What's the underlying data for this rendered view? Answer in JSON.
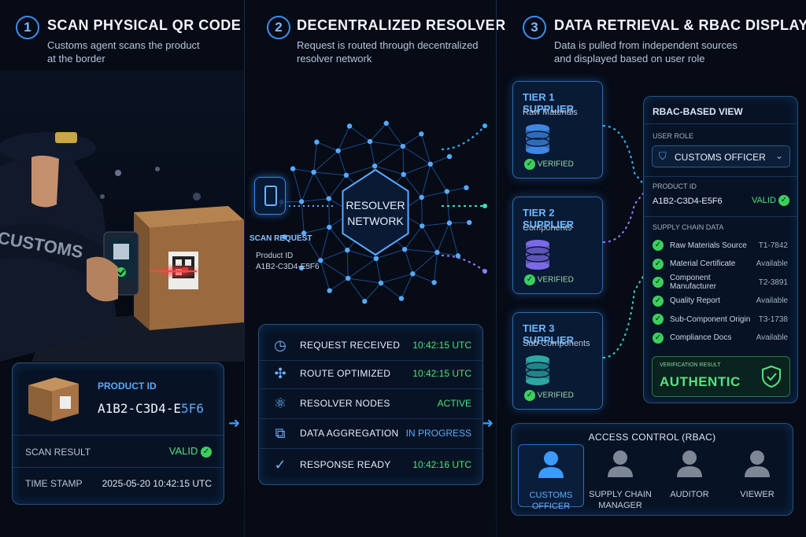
{
  "steps": [
    {
      "num": "1",
      "title": "SCAN PHYSICAL QR CODE",
      "desc_line1": "Customs agent scans the product",
      "desc_line2": "at the border"
    },
    {
      "num": "2",
      "title": "DECENTRALIZED RESOLVER",
      "desc_line1": "Request is routed through decentralized",
      "desc_line2": "resolver network"
    },
    {
      "num": "3",
      "title": "DATA RETRIEVAL & RBAC DISPLAY",
      "desc_line1": "Data is pulled from independent sources",
      "desc_line2": "and displayed based on user role"
    }
  ],
  "scene": {
    "jacket_text": "CUSTOMS"
  },
  "scan_card": {
    "product_id_label": "PRODUCT ID",
    "product_id_main": "A1B2-C3D4-E",
    "product_id_accent": "5F6",
    "scan_result_label": "SCAN RESULT",
    "scan_result_value": "VALID",
    "timestamp_label": "TIME STAMP",
    "timestamp_value": "2025-05-20 10:42:15 UTC"
  },
  "resolver": {
    "network_line1": "RESOLVER",
    "network_line2": "NETWORK",
    "scan_request_label": "SCAN REQUEST",
    "product_id_label": "Product ID",
    "product_id_value": "A1B2-C3D4-E5F6"
  },
  "timeline": [
    {
      "icon": "clock-icon",
      "glyph": "◷",
      "label": "REQUEST RECEIVED",
      "value": "10:42:15 UTC",
      "color": "#4fe07a"
    },
    {
      "icon": "route-icon",
      "glyph": "✣",
      "label": "ROUTE OPTIMIZED",
      "value": "10:42:15 UTC",
      "color": "#4fe07a"
    },
    {
      "icon": "nodes-icon",
      "glyph": "⚛",
      "label": "RESOLVER NODES",
      "value": "ACTIVE",
      "color": "#4fe07a"
    },
    {
      "icon": "aggregation-icon",
      "glyph": "⧉",
      "label": "DATA AGGREGATION",
      "value": "IN PROGRESS",
      "color": "#58a9ff"
    },
    {
      "icon": "check-circle-icon",
      "glyph": "✓",
      "label": "RESPONSE READY",
      "value": "10:42:16 UTC",
      "color": "#4fe07a"
    }
  ],
  "tiers": [
    {
      "title": "TIER 1 SUPPLIER",
      "subtitle": "Raw Materials",
      "status": "VERIFIED",
      "db_color": "#3f86e6"
    },
    {
      "title": "TIER 2 SUPPLIER",
      "subtitle": "Components",
      "status": "VERIFIED",
      "db_color": "#7b6ae8"
    },
    {
      "title": "TIER 3 SUPPLIER",
      "subtitle": "Sub-Components",
      "status": "VERIFIED",
      "db_color": "#2ea7a3"
    }
  ],
  "rbac_view": {
    "title": "RBAC-BASED VIEW",
    "user_role_label": "USER ROLE",
    "user_role_value": "CUSTOMS OFFICER",
    "product_id_label": "PRODUCT ID",
    "product_id_value": "A1B2-C3D4-E5F6",
    "product_status": "VALID",
    "supply_chain_label": "SUPPLY CHAIN DATA",
    "supply_chain": [
      {
        "label": "Raw Materials Source",
        "value": "T1-7842"
      },
      {
        "label": "Material Certificate",
        "value": "Available"
      },
      {
        "label": "Component Manufacturer",
        "value": "T2-3891"
      },
      {
        "label": "Quality Report",
        "value": "Available"
      },
      {
        "label": "Sub-Component Origin",
        "value": "T3-1738"
      },
      {
        "label": "Compliance Docs",
        "value": "Available"
      }
    ],
    "verification_label": "VERIFICATION RESULT",
    "verification_value": "AUTHENTIC"
  },
  "access_control": {
    "title": "ACCESS CONTROL (RBAC)",
    "roles": [
      {
        "line1": "CUSTOMS",
        "line2": "OFFICER",
        "active": true
      },
      {
        "line1": "SUPPLY CHAIN",
        "line2": "MANAGER",
        "active": false
      },
      {
        "line1": "AUDITOR",
        "line2": "",
        "active": false
      },
      {
        "line1": "VIEWER",
        "line2": "",
        "active": false
      }
    ]
  }
}
